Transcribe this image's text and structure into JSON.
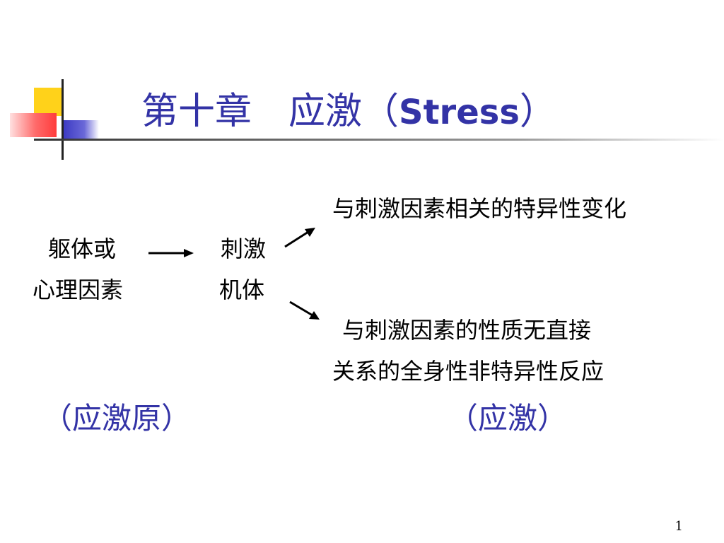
{
  "title": {
    "prefix": "第十章　应激（",
    "latin": "Stress",
    "suffix": "）"
  },
  "diagram": {
    "source_line1": "躯体或",
    "source_line2": "心理因素",
    "center_line1": "刺激",
    "center_line2": "机体",
    "upper_result": "与刺激因素相关的特异性变化",
    "lower_result_line1": "与刺激因素的性质无直接",
    "lower_result_line2": "关系的全身性非特异性反应",
    "label_stressor": "（应激原）",
    "label_stress": "（应激）"
  },
  "page_number": "1",
  "colors": {
    "title_blue": "#3333a6",
    "deco_yellow": "#ffd21a",
    "deco_blue": "#3a38c2",
    "deco_red": "#ff4a4a"
  }
}
